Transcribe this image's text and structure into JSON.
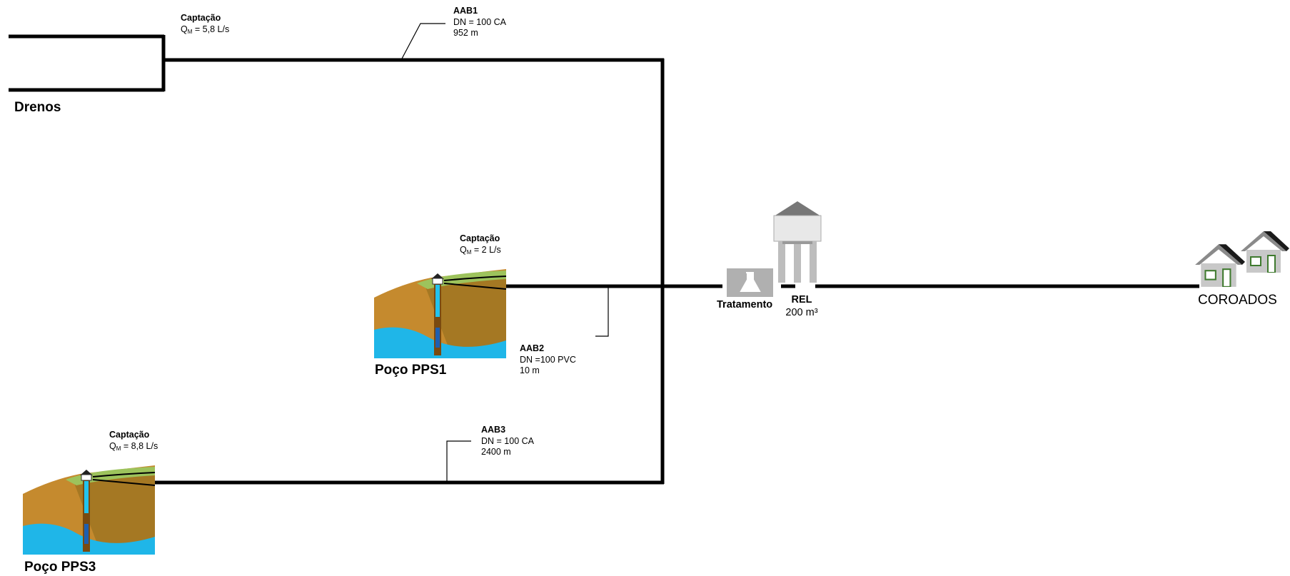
{
  "colors": {
    "pipe": "#000000",
    "water": "#1fb6e8",
    "soil": "#c58a2e",
    "grass": "#9dc35c",
    "roof": "#888888",
    "house": "#c8c8c8"
  },
  "drains": {
    "label": "Drenos",
    "intake_title": "Captação",
    "flow_symbol": "Q",
    "flow_sub": "M",
    "flow_value": "= 5,8 L/s"
  },
  "pipes": {
    "aab1": {
      "name": "AAB1",
      "dn": "DN = 100  CA",
      "length": "952 m"
    },
    "aab2": {
      "name": "AAB2",
      "dn": "DN =100 PVC",
      "length": "10 m"
    },
    "aab3": {
      "name": "AAB3",
      "dn": "DN = 100  CA",
      "length": "2400 m"
    }
  },
  "well_pps1": {
    "label": "Poço PPS1",
    "intake_title": "Captação",
    "flow_symbol": "Q",
    "flow_sub": "M",
    "flow_value": "= 2 L/s"
  },
  "well_pps3": {
    "label": "Poço PPS3",
    "intake_title": "Captação",
    "flow_symbol": "Q",
    "flow_sub": "M",
    "flow_value": "= 8,8 L/s"
  },
  "treatment": {
    "label": "Tratamento",
    "icon": "flask-icon"
  },
  "reservoir": {
    "label": "REL",
    "capacity": "200 m³",
    "icon": "water-tower-icon"
  },
  "destination": {
    "label": "COROADOS",
    "icon": "houses-icon"
  }
}
